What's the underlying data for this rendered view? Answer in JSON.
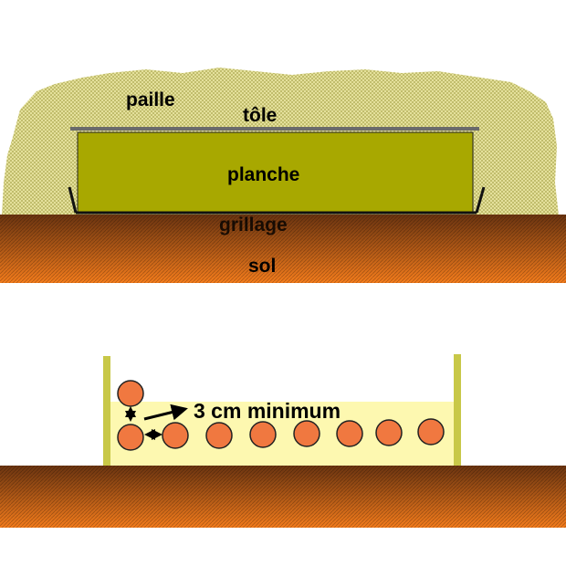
{
  "top_diagram": {
    "labels": {
      "straw": "paille",
      "sheet_metal": "tôle",
      "board": "planche",
      "mesh": "grillage",
      "soil": "sol"
    }
  },
  "bottom_diagram": {
    "spacing_label": "3 cm minimum",
    "item_count": 9
  },
  "colors": {
    "straw": "#e8e49a",
    "board": "#a8a800",
    "sheet_metal": "#6a6a6a",
    "soil_dark": "#6b3410",
    "soil_light": "#f07a1c",
    "item": "#f07840",
    "bed_fill": "#fdf8b0",
    "wall": "#c8c848"
  }
}
